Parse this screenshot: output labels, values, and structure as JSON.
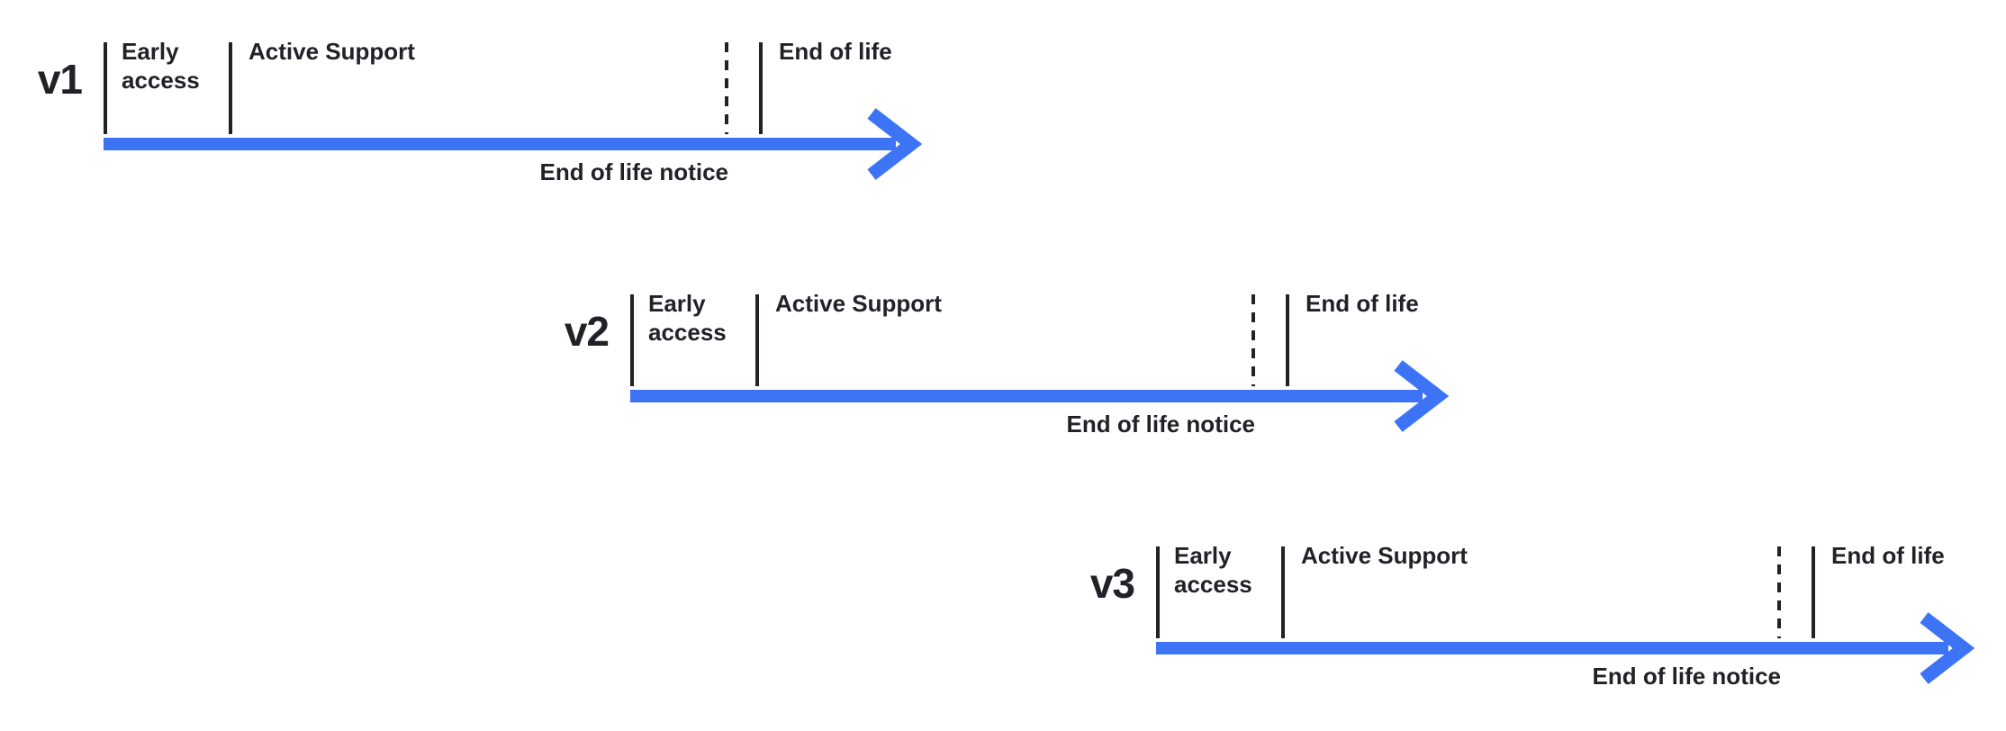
{
  "colors": {
    "arrow-blue": "#3D74F6",
    "ink": "#202227",
    "bg": "#FFFFFF"
  },
  "diagram": {
    "type": "version-lifecycle-timelines",
    "description": "Staggered release lifecycle timelines for three product versions"
  },
  "timelines": [
    {
      "version": "v1",
      "phases": {
        "early_access": "Early access",
        "active_support": "Active Support",
        "end_of_life": "End of life"
      },
      "notice": "End of life notice"
    },
    {
      "version": "v2",
      "phases": {
        "early_access": "Early access",
        "active_support": "Active Support",
        "end_of_life": "End of life"
      },
      "notice": "End of life notice"
    },
    {
      "version": "v3",
      "phases": {
        "early_access": "Early access",
        "active_support": "Active Support",
        "end_of_life": "End of life"
      },
      "notice": "End of life notice"
    }
  ]
}
